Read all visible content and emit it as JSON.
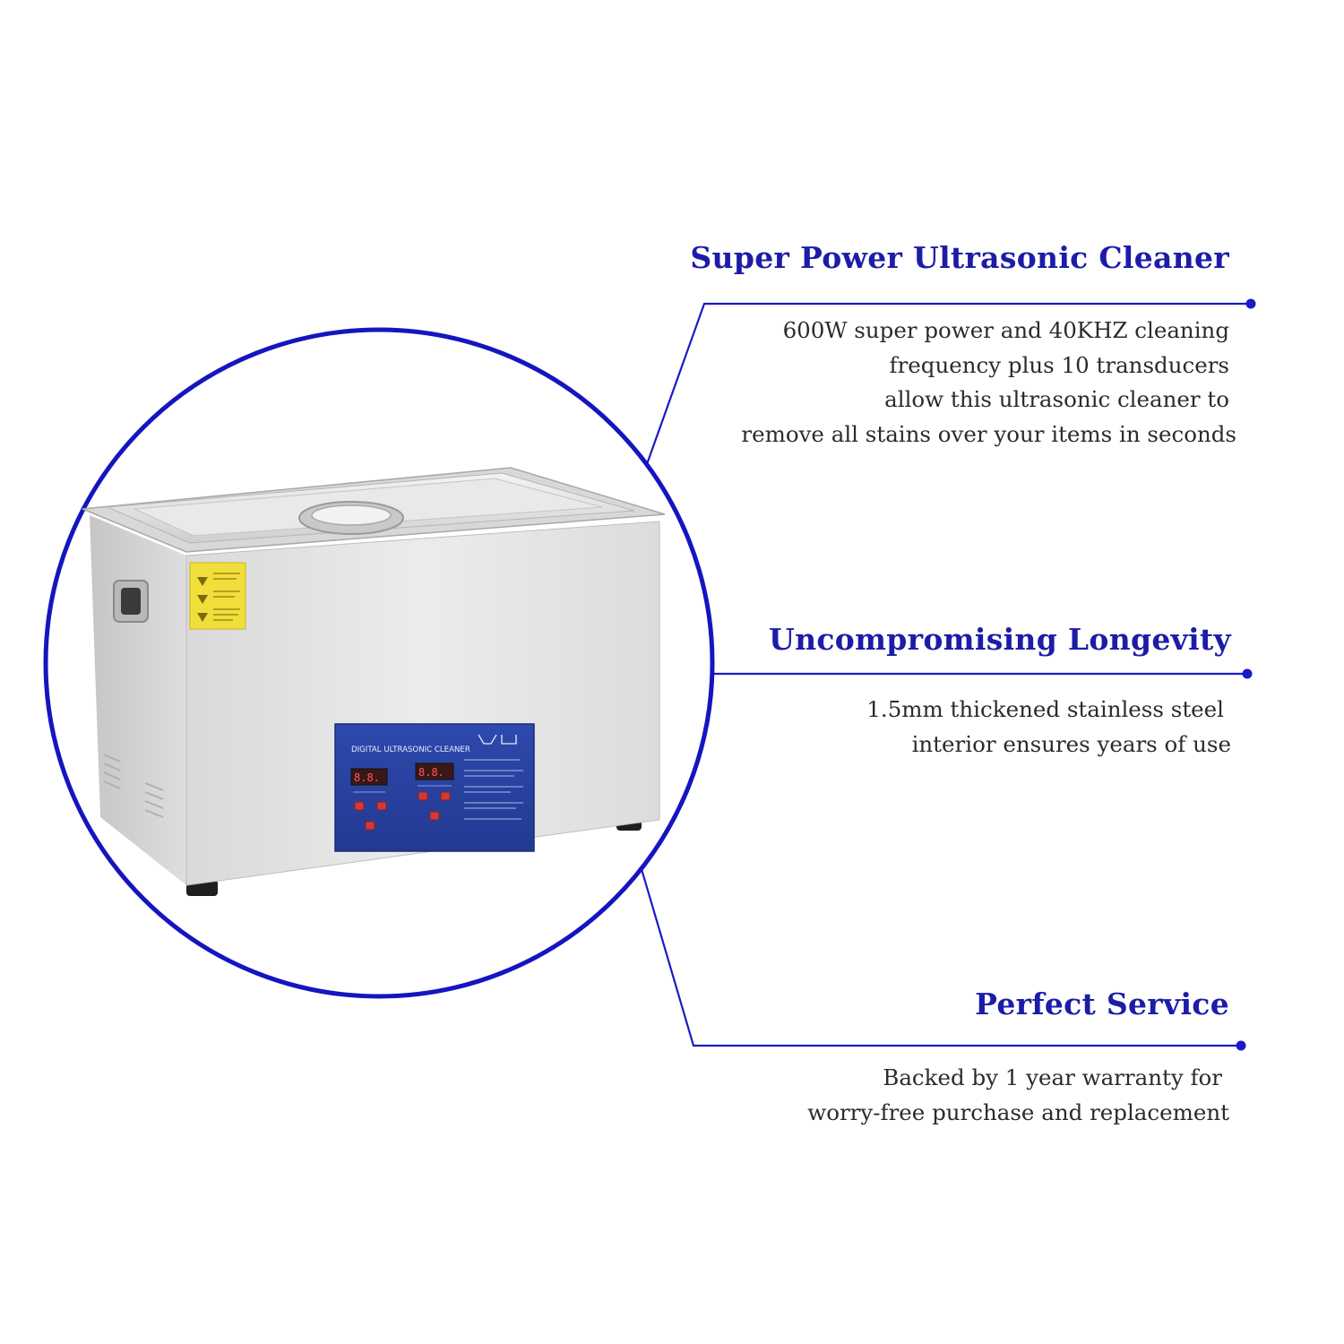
{
  "colors": {
    "accent": "#1a1ac8",
    "heading": "#1c1ca8",
    "body_text": "#2b2b2b",
    "steel": "#e2e2e2",
    "control_panel": "#2a3f9e",
    "warning_label": "#f2de3a",
    "button": "#d03a3a"
  },
  "product": {
    "panel_title": "DIGITAL ULTRASONIC CLEANER",
    "icons": [
      "product-circle-icon",
      "ultrasonic-cleaner-icon",
      "callout-line-icon",
      "callout-dot-icon"
    ]
  },
  "features": [
    {
      "title": "Super Power Ultrasonic Cleaner",
      "lines": [
        "600W super power and 40KHZ cleaning",
        "frequency plus 10 transducers",
        "allow this ultrasonic cleaner to",
        "remove all stains over your items in seconds"
      ]
    },
    {
      "title": "Uncompromising Longevity",
      "lines": [
        "1.5mm thickened stainless steel",
        "interior ensures years of use"
      ]
    },
    {
      "title": "Perfect Service",
      "lines": [
        "Backed by 1 year warranty for",
        "worry-free purchase and replacement"
      ]
    }
  ]
}
